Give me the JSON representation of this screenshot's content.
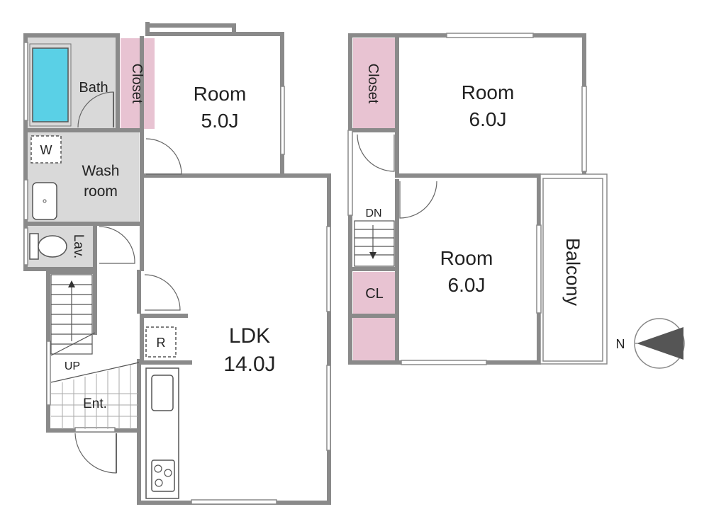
{
  "colors": {
    "wall": "#8a8a8a",
    "closet": "#e8c3d2",
    "wet_area": "#d9d9d9",
    "bathtub": "#5ad0e6",
    "balcony": "#ffffff",
    "line": "#555555"
  },
  "floor1": {
    "bath": "Bath",
    "closet": "Closet",
    "room_small_name": "Room",
    "room_small_size": "5.0J",
    "wash_line1": "Wash",
    "wash_line2": "room",
    "washer": "W",
    "lav": "Lav.",
    "ldk_name": "LDK",
    "ldk_size": "14.0J",
    "fridge": "R",
    "stairs_up": "UP",
    "entrance": "Ent."
  },
  "floor2": {
    "closet": "Closet",
    "room_north_name": "Room",
    "room_north_size": "6.0J",
    "stairs_down": "DN",
    "room_south_name": "Room",
    "room_south_size": "6.0J",
    "cl": "CL",
    "balcony": "Balcony"
  },
  "compass": {
    "north": "N"
  }
}
